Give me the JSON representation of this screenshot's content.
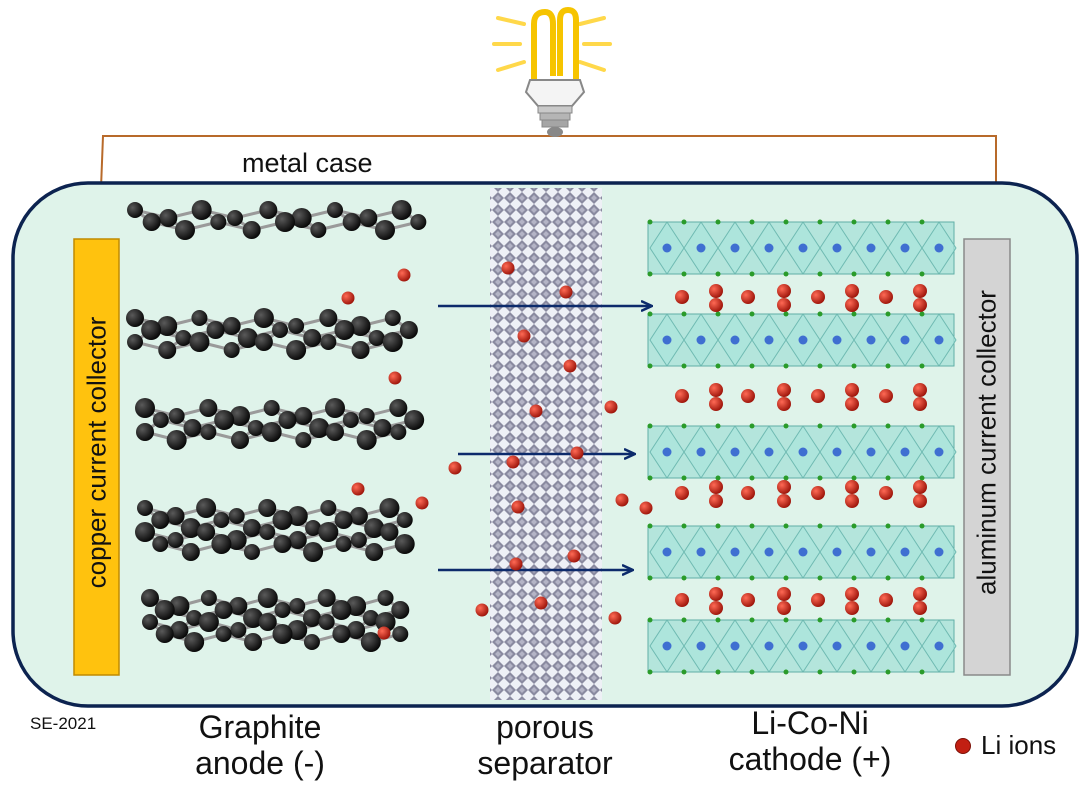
{
  "labels": {
    "metal_case": "metal case",
    "copper_collector": "copper current collector",
    "aluminum_collector": "aluminum current collector",
    "anode": "Graphite\nanode (-)",
    "separator": "porous\nseparator",
    "cathode": "Li-Co-Ni\ncathode (+)",
    "credit": "SE-2021"
  },
  "legend": {
    "li_ions": "Li ions"
  },
  "colors": {
    "case_fill": "#dff3ea",
    "case_border": "#0c2350",
    "wire": "#b86a2a",
    "copper": "#ffc20e",
    "aluminum": "#d4d4d4",
    "li_ion": "#c21f12",
    "arrow": "#0c2a6b",
    "carbon_atom": "#111111",
    "octahedra": "#8fd8cf",
    "cobalt_atom": "#3f6fd1",
    "oxygen_atom": "#2a9b2a",
    "bulb_glow": "#ffd84a"
  },
  "icons": {
    "bulb": "light-bulb-icon"
  }
}
